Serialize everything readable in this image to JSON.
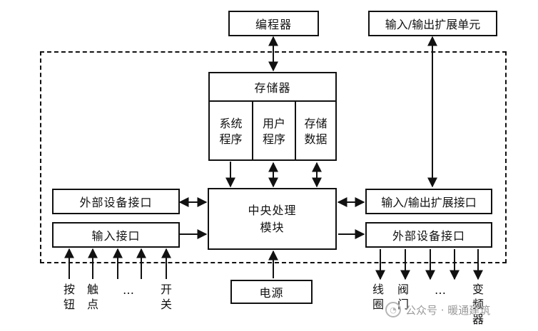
{
  "programmer": "编程器",
  "io_expansion_unit": "输入/输出扩展单元",
  "memory": {
    "title": "存储器",
    "cells": [
      [
        "系统",
        "程序"
      ],
      [
        "用户",
        "程序"
      ],
      [
        "存储",
        "数据"
      ]
    ]
  },
  "external_interface_left": "外部设备接口",
  "input_interface": "输入接口",
  "cpu": [
    "中央处理",
    "模块"
  ],
  "io_expansion_interface": "输入/输出扩展接口",
  "external_interface_right": "外部设备接口",
  "power": "电源",
  "inputs": {
    "button": [
      "按",
      "钮"
    ],
    "contact": [
      "触",
      "点"
    ],
    "ellipsis": "…",
    "switch": [
      "开",
      "关"
    ]
  },
  "outputs": {
    "coil": [
      "线",
      "圈"
    ],
    "valve": [
      "阀",
      "门"
    ],
    "ellipsis": "…",
    "inverter": [
      "变",
      "频",
      "器"
    ]
  },
  "watermark": {
    "icon": "wechat-icon",
    "text": "公众号 · 暖通建筑"
  }
}
